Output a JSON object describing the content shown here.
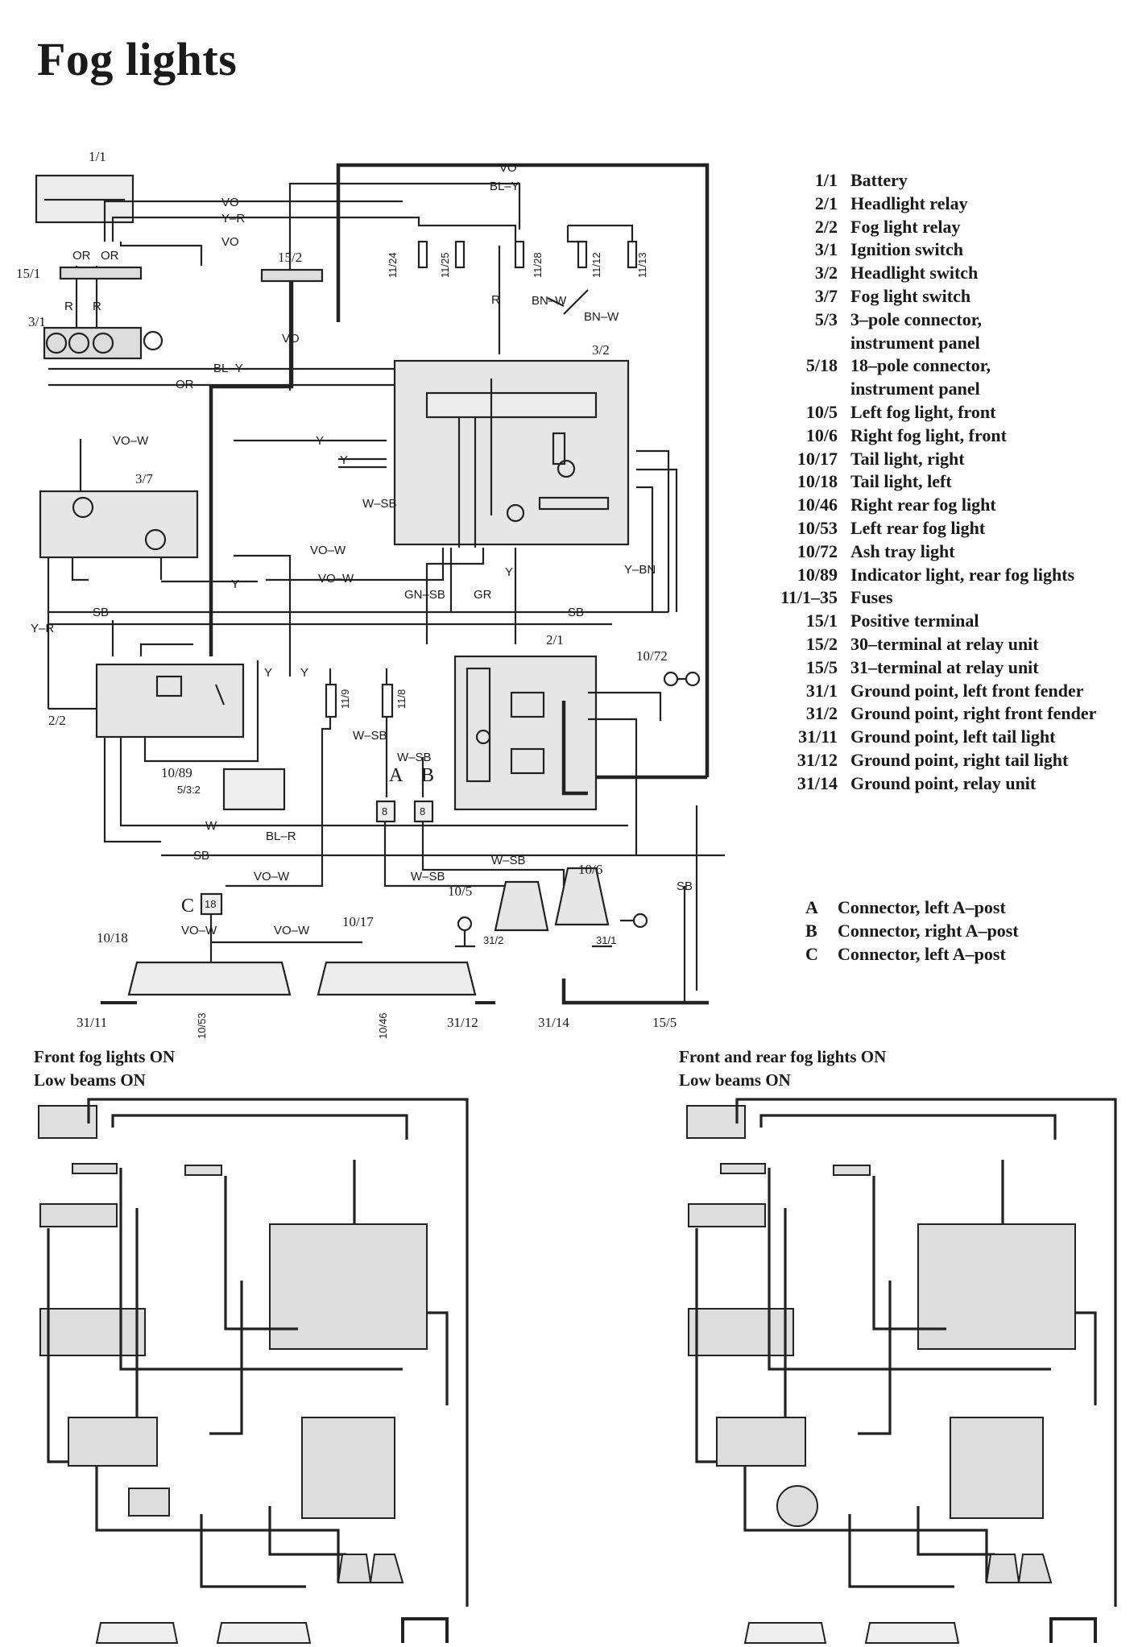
{
  "title": "Fog lights",
  "legend": [
    {
      "code": "1/1",
      "text": "Battery"
    },
    {
      "code": "2/1",
      "text": "Headlight relay"
    },
    {
      "code": "2/2",
      "text": "Fog light relay"
    },
    {
      "code": "3/1",
      "text": "Ignition switch"
    },
    {
      "code": "3/2",
      "text": "Headlight switch"
    },
    {
      "code": "3/7",
      "text": "Fog light switch"
    },
    {
      "code": "5/3",
      "text": "3–pole connector,"
    },
    {
      "code": "",
      "text": "instrument panel"
    },
    {
      "code": "5/18",
      "text": "18–pole connector,"
    },
    {
      "code": "",
      "text": "instrument panel"
    },
    {
      "code": "10/5",
      "text": "Left fog light, front"
    },
    {
      "code": "10/6",
      "text": "Right fog light, front"
    },
    {
      "code": "10/17",
      "text": "Tail light, right"
    },
    {
      "code": "10/18",
      "text": "Tail light, left"
    },
    {
      "code": "10/46",
      "text": "Right rear fog light"
    },
    {
      "code": "10/53",
      "text": "Left rear fog light"
    },
    {
      "code": "10/72",
      "text": "Ash tray light"
    },
    {
      "code": "10/89",
      "text": "Indicator light, rear fog lights"
    },
    {
      "code": "11/1–35",
      "text": "Fuses"
    },
    {
      "code": "15/1",
      "text": "Positive terminal"
    },
    {
      "code": "15/2",
      "text": "30–terminal at relay unit"
    },
    {
      "code": "15/5",
      "text": "31–terminal at relay unit"
    },
    {
      "code": "31/1",
      "text": "Ground point, left front fender"
    },
    {
      "code": "31/2",
      "text": "Ground point, right front fender"
    },
    {
      "code": "31/11",
      "text": "Ground point, left tail light"
    },
    {
      "code": "31/12",
      "text": "Ground point, right tail light"
    },
    {
      "code": "31/14",
      "text": "Ground point, relay unit"
    }
  ],
  "connectors": [
    {
      "code": "A",
      "text": "Connector, left A–post"
    },
    {
      "code": "B",
      "text": "Connector, right A–post"
    },
    {
      "code": "C",
      "text": "Connector, left A–post"
    }
  ],
  "component_labels": {
    "battery": "1/1",
    "pos_terminal": "15/1",
    "ign_switch": "3/1",
    "relay30": "15/2",
    "headlight_switch": "3/2",
    "fog_switch": "3/7",
    "fog_relay": "2/2",
    "headlight_relay": "2/1",
    "ash_tray": "10/72",
    "indicator": "10/89",
    "indicator_conn": "5/3:2",
    "fog_left": "10/5",
    "fog_right": "10/6",
    "ground_31_2": "31/2",
    "ground_31_1": "31/1",
    "tail_left": "10/18",
    "tail_right": "10/17",
    "rear_fog_left": "10/53",
    "rear_fog_right": "10/46",
    "ground_31_11": "31/11",
    "ground_31_12": "31/12",
    "ground_31_14": "31/14",
    "ground_15_5": "15/5",
    "conn_c_pin": "18",
    "conn_a_pin": "8",
    "conn_b_pin": "8",
    "conn_a": "A",
    "conn_b": "B",
    "conn_c": "C"
  },
  "fuses": [
    "11/24",
    "11/25",
    "11/28",
    "11/12",
    "11/13",
    "11/9",
    "11/8"
  ],
  "wire_labels": {
    "vo": "VO",
    "bly": "BL–Y",
    "yr": "Y–R",
    "or": "OR",
    "r": "R",
    "bnw": "BN–W",
    "vow": "VO–W",
    "y": "Y",
    "wsb": "W–SB",
    "gnsb": "GN–SB",
    "gr": "GR",
    "ybn": "Y–BN",
    "sb": "SB",
    "w": "W",
    "blr": "BL–R"
  },
  "panels": {
    "left_line1": "Front fog lights ON",
    "left_line2": "Low beams ON",
    "right_line1": "Front and rear fog lights ON",
    "right_line2": "Low beams ON"
  }
}
